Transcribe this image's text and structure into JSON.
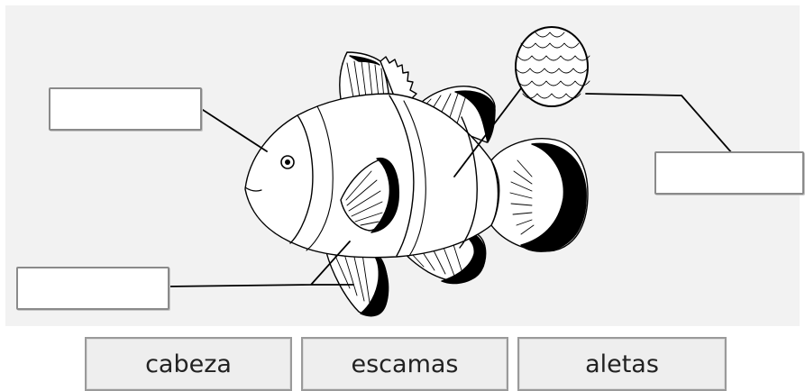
{
  "word_bank": [
    "cabeza",
    "escamas",
    "aletas"
  ],
  "blanks": [
    {
      "id": "head",
      "value": ""
    },
    {
      "id": "scales",
      "value": ""
    },
    {
      "id": "fins",
      "value": ""
    }
  ],
  "colors": {
    "panel": "#f2f2f2",
    "ink": "#000000",
    "box_border": "#8a8a8a",
    "tile_bg": "#eeeeee",
    "tile_border": "#9a9a9a"
  }
}
